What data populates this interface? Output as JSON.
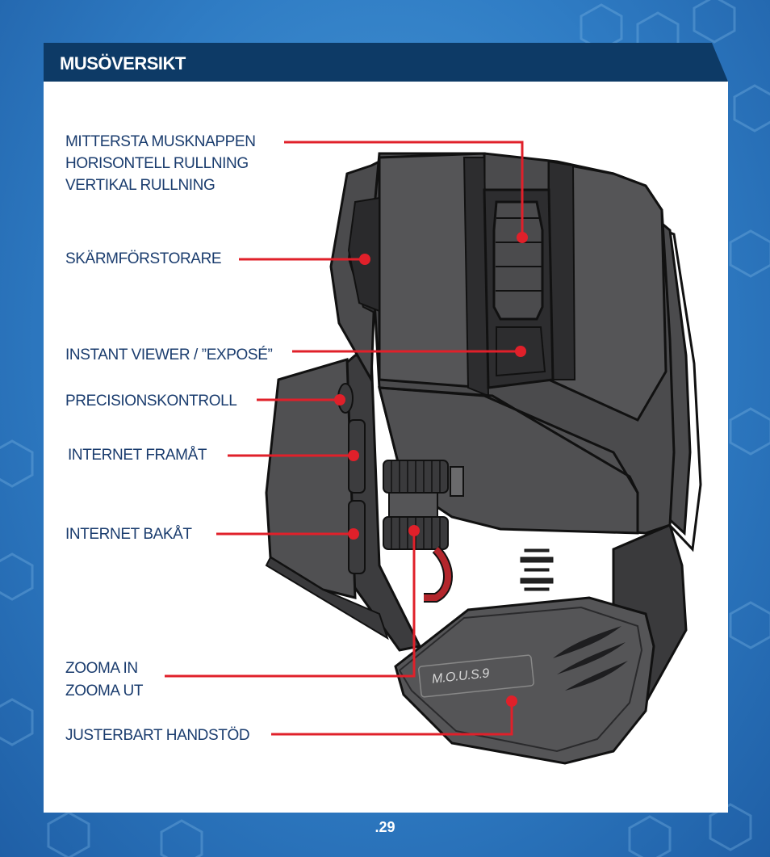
{
  "header": {
    "title": "MUSÖVERSIKT"
  },
  "labels": {
    "middle_button": "MITTERSTA MUSKNAPPEN",
    "horizontal_scroll": "HORISONTELL RULLNING",
    "vertical_scroll": "VERTIKAL RULLNING",
    "screen_magnifier": "SKÄRMFÖRSTORARE",
    "instant_viewer": "INSTANT VIEWER / ”EXPOSÉ”",
    "precision_control": "PRECISIONSKONTROLL",
    "internet_forward": "INTERNET FRAMÅT",
    "internet_back": "INTERNET BAKÅT",
    "zoom_in": "ZOOMA IN",
    "zoom_out": "ZOOMA UT",
    "adjustable_palm_rest": "JUSTERBART HANDSTÖD"
  },
  "logo_text": "M.O.U.S.9",
  "page_number": ".29",
  "colors": {
    "background_blue": "#2f7cc4",
    "header_navy": "#0d3a66",
    "label_text": "#1a3c6e",
    "callout_red": "#e0202a",
    "mouse_body": "#4b4b4d"
  }
}
